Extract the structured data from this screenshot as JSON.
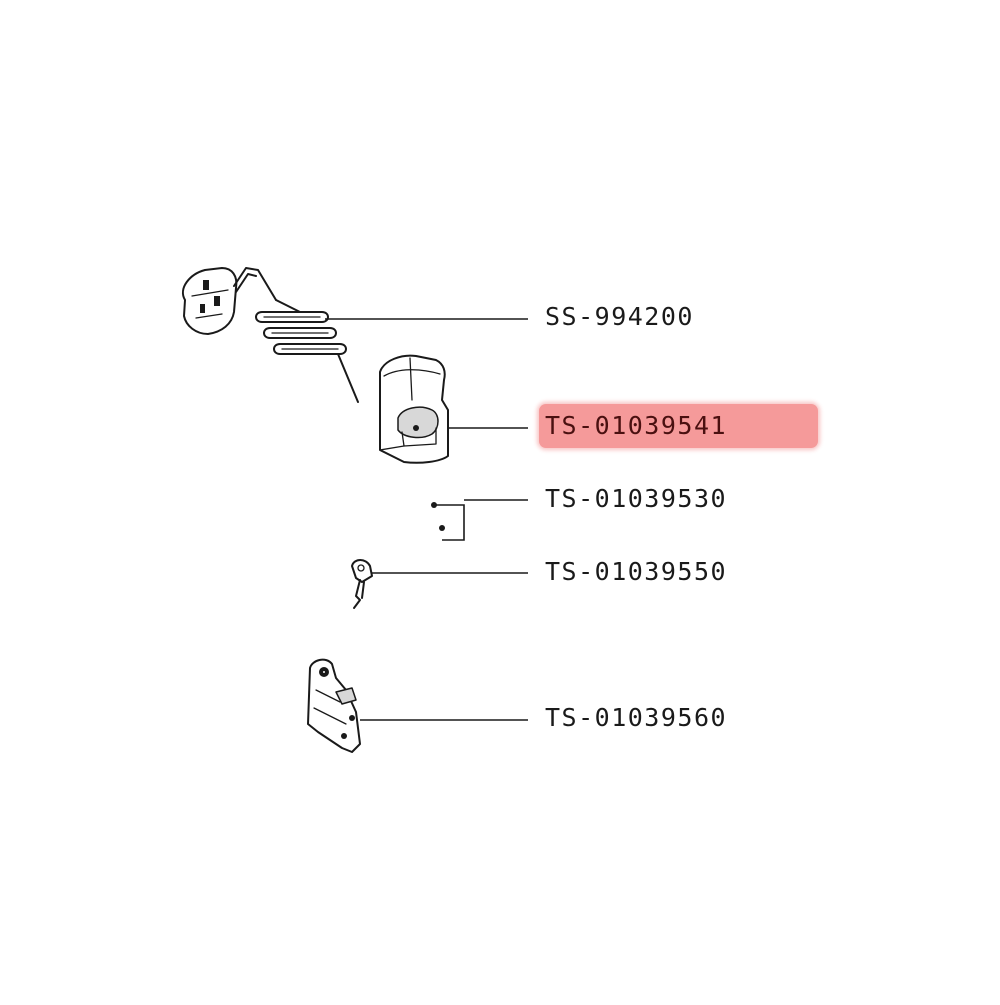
{
  "parts": [
    {
      "id": "p1",
      "number": "SS-994200",
      "selected": false
    },
    {
      "id": "p2",
      "number": "TS-01039541",
      "selected": true
    },
    {
      "id": "p3",
      "number": "TS-01039530",
      "selected": false
    },
    {
      "id": "p4",
      "number": "TS-01039550",
      "selected": false
    },
    {
      "id": "p5",
      "number": "TS-01039560",
      "selected": false
    }
  ],
  "colors": {
    "highlight": "#f59a9a",
    "line": "#1a1a1a",
    "background": "#ffffff"
  }
}
